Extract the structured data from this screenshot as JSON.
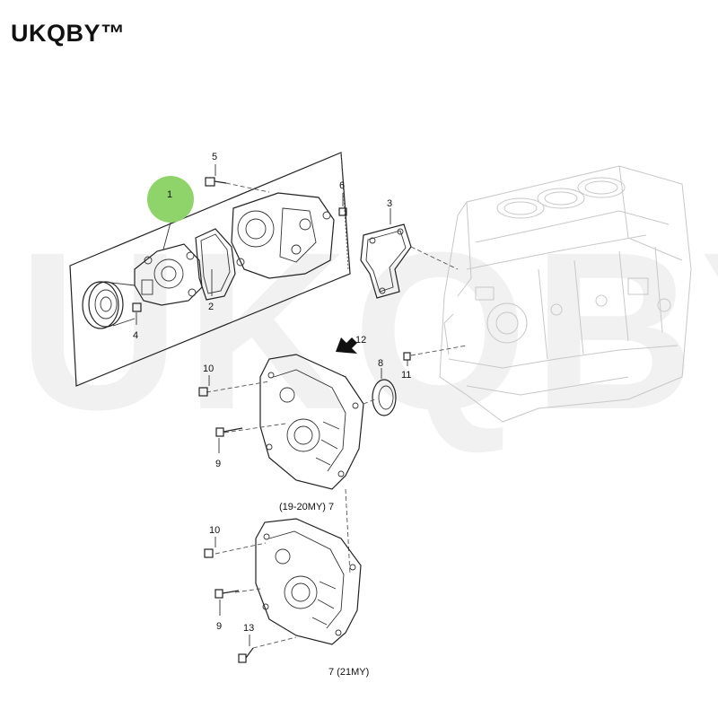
{
  "brand": {
    "text": "UKQBY™"
  },
  "watermark": {
    "text": "UKQBY"
  },
  "diagram": {
    "callouts": [
      {
        "id": "c1",
        "text": "1"
      },
      {
        "id": "c2",
        "text": "2"
      },
      {
        "id": "c3",
        "text": "3"
      },
      {
        "id": "c4",
        "text": "4"
      },
      {
        "id": "c5",
        "text": "5"
      },
      {
        "id": "c6",
        "text": "6"
      },
      {
        "id": "c8",
        "text": "8"
      },
      {
        "id": "c9a",
        "text": "9"
      },
      {
        "id": "c9b",
        "text": "9"
      },
      {
        "id": "c10a",
        "text": "10"
      },
      {
        "id": "c10b",
        "text": "10"
      },
      {
        "id": "c11",
        "text": "11"
      },
      {
        "id": "c12",
        "text": "12"
      },
      {
        "id": "c13",
        "text": "13"
      }
    ],
    "cover_labels": {
      "upper": "(19-20MY) 7",
      "lower": "7 (21MY)"
    },
    "highlight_color": "#8fd46a"
  }
}
